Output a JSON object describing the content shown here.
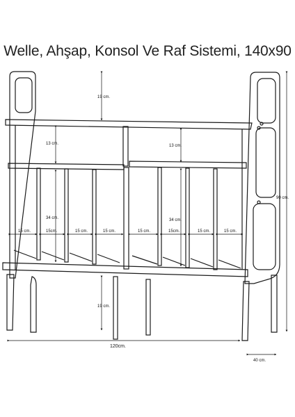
{
  "title": "Welle, Ahşap, Konsol Ve Raf Sistemi, 140x90",
  "dimensions": {
    "top_gap": "19 cm.",
    "upper_left_height": "13 cm.",
    "upper_right_height": "13 cm.",
    "lower_left_height": "34 cm.",
    "lower_right_height": "34 cm.",
    "leg_height": "19 cm.",
    "total_height": "90 cm.",
    "total_width": "120cm.",
    "depth": "40 cm.",
    "slot_widths_left": [
      "15 cm.",
      "15cm.",
      "15 cm.",
      "15 cm."
    ],
    "slot_widths_right": [
      "15 cm.",
      "15cm.",
      "15 cm.",
      "15 cm."
    ]
  },
  "colors": {
    "line": "#1a1a1a",
    "background": "#ffffff"
  }
}
